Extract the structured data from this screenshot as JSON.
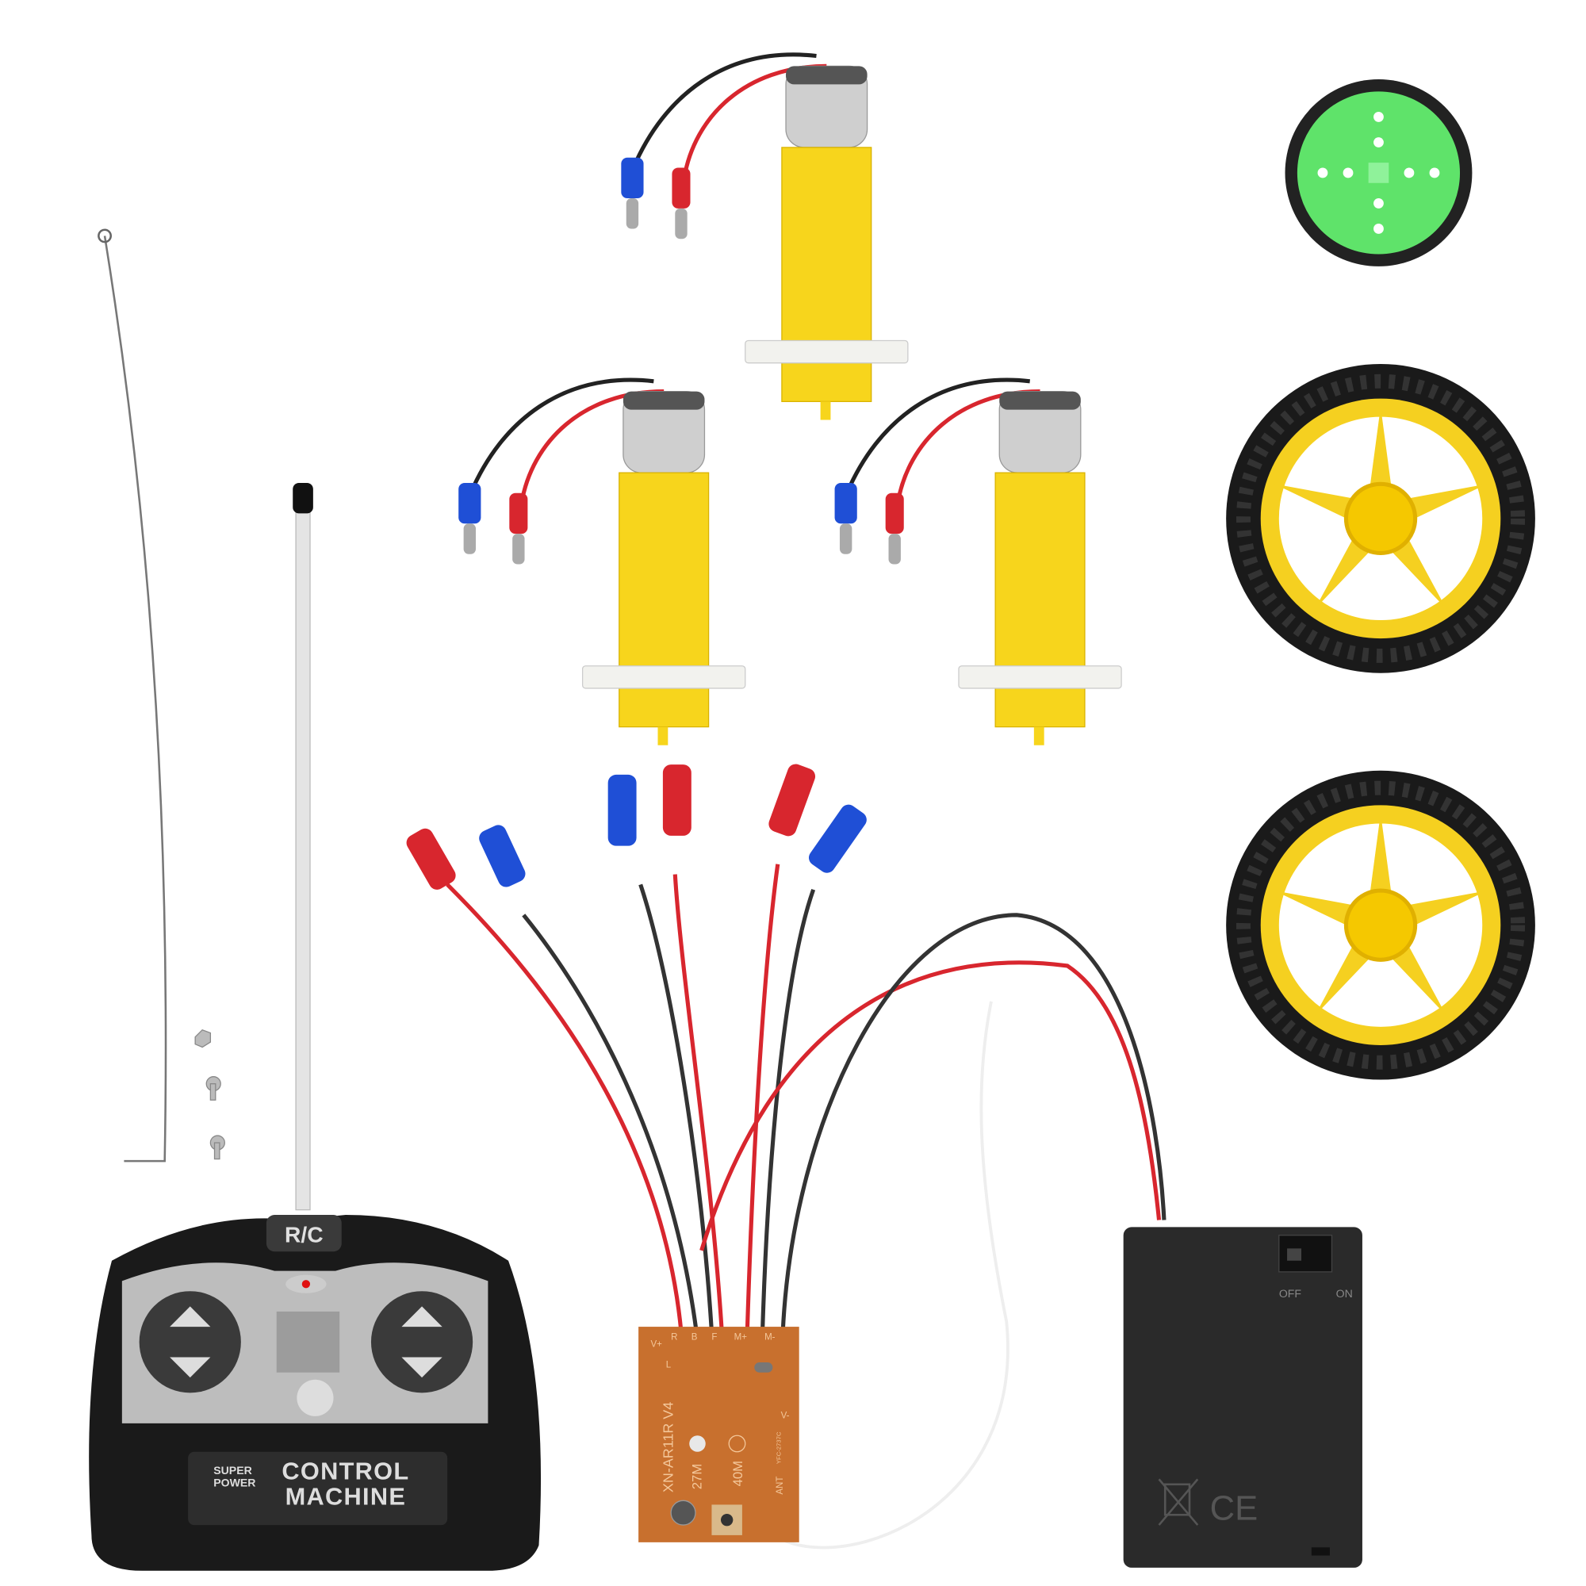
{
  "remote": {
    "badge": "R/C",
    "brand_small_1": "SUPER",
    "brand_small_2": "POWER",
    "title_1": "CONTROL",
    "title_2": "MACHINE"
  },
  "pcb": {
    "model": "XN-AR11R V4",
    "freq_a": "27M",
    "freq_b": "40M",
    "code": "YFC-2737C",
    "pins": [
      "V+",
      "L",
      "R",
      "B",
      "F",
      "M+",
      "M-",
      "V-",
      "ANT"
    ]
  },
  "battery_box": {
    "switch_off": "OFF",
    "switch_on": "ON",
    "mark": "CE"
  },
  "colors": {
    "motor_yellow": "#f7d51c",
    "wheel_green": "#5fe36a",
    "pcb_orange": "#c8702e",
    "terminal_red": "#d8262e",
    "terminal_blue": "#1f4fd6"
  }
}
